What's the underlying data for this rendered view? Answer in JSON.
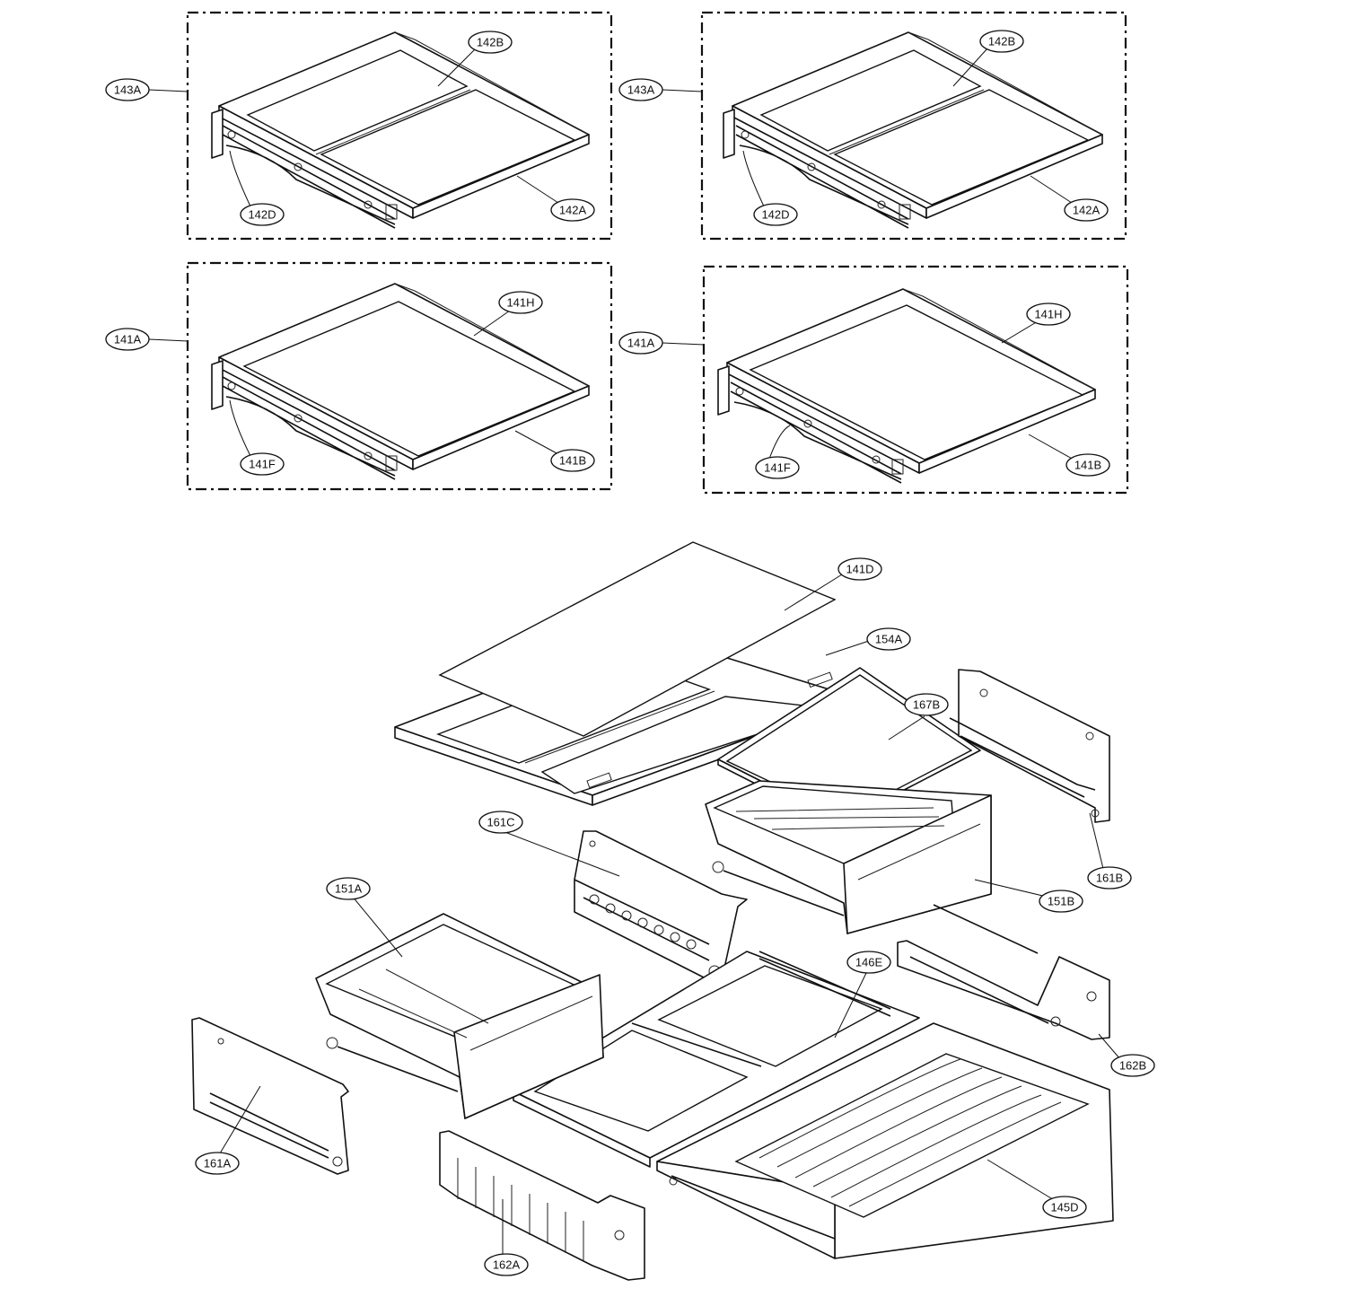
{
  "callouts": {
    "c143A_1": "143A",
    "c142B_1": "142B",
    "c142D_1": "142D",
    "c142A_1": "142A",
    "c143A_2": "143A",
    "c142B_2": "142B",
    "c142D_2": "142D",
    "c142A_2": "142A",
    "c141A_1": "141A",
    "c141H_1": "141H",
    "c141F_1": "141F",
    "c141B_1": "141B",
    "c141A_2": "141A",
    "c141H_2": "141H",
    "c141F_2": "141F",
    "c141B_2": "141B",
    "c141D": "141D",
    "c154A": "154A",
    "c167B": "167B",
    "c161C": "161C",
    "c151A": "151A",
    "c151B": "151B",
    "c161B": "161B",
    "c146E": "146E",
    "c162B": "162B",
    "c161A": "161A",
    "c145D": "145D",
    "c162A": "162A"
  }
}
